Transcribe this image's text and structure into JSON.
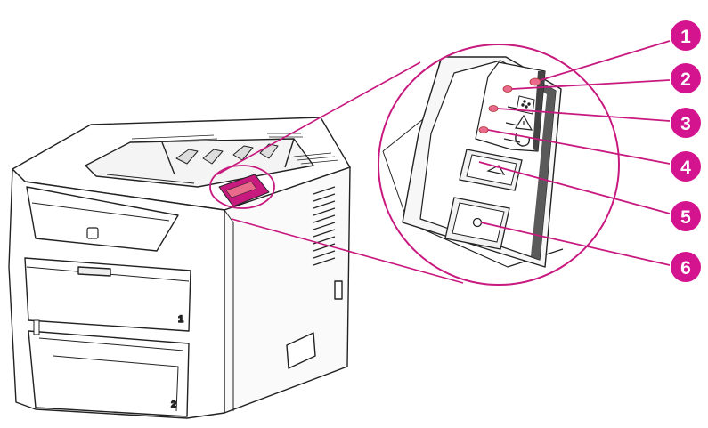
{
  "colors": {
    "callout": "#d4148f",
    "leader": "#c8197f",
    "led": "#e96a8a",
    "outline": "#222222",
    "panel_shade": "#555555"
  },
  "printer": {
    "tray_labels": [
      "1",
      "2"
    ]
  },
  "callouts": [
    {
      "number": "1",
      "target": "ready-light"
    },
    {
      "number": "2",
      "target": "go-light"
    },
    {
      "number": "3",
      "target": "toner-light"
    },
    {
      "number": "4",
      "target": "attention-light"
    },
    {
      "number": "5",
      "target": "go-button"
    },
    {
      "number": "6",
      "target": "cancel-button"
    }
  ],
  "icons": [
    "toner-icon",
    "attention-icon",
    "go-arrow-icon",
    "cancel-icon",
    "hp-logo-icon"
  ]
}
